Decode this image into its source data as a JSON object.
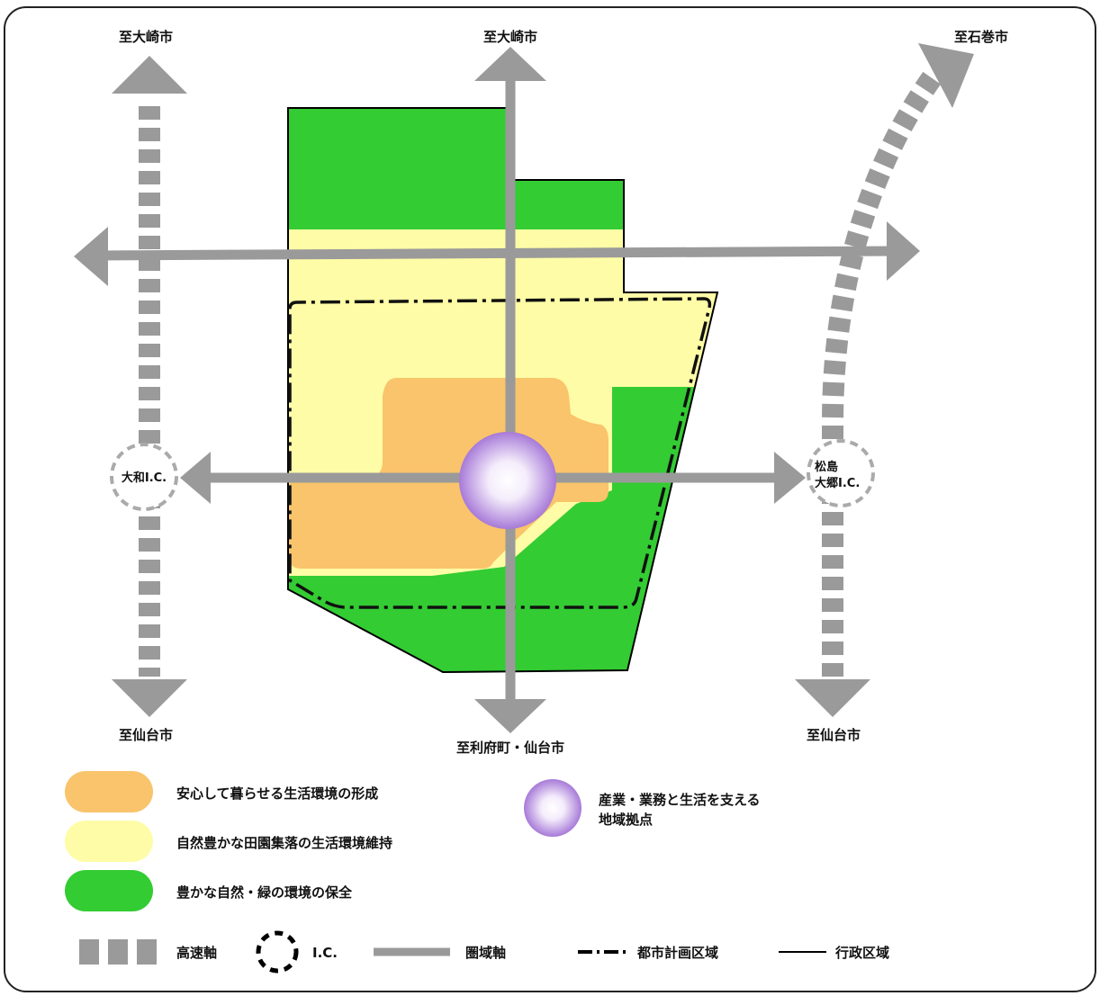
{
  "destinations": {
    "top_left": "至大崎市",
    "top_center": "至大崎市",
    "top_right": "至石巻市",
    "bottom_left": "至仙台市",
    "bottom_center": "至利府町・仙台市",
    "bottom_right": "至仙台市"
  },
  "interchanges": {
    "left": "大和I.C.",
    "right_line1": "松島",
    "right_line2": "大郷I.C."
  },
  "legend": {
    "orange": "安心して暮らせる生活環境の形成",
    "yellow": "自然豊かな田園集落の生活環境維持",
    "green": "豊かな自然・緑の環境の保全",
    "hub_line1": "産業・業務と生活を支える",
    "hub_line2": "地域拠点",
    "highway": "高速軸",
    "ic": "I.C.",
    "regional_axis": "圏域軸",
    "city_planning_area": "都市計画区域",
    "admin_boundary": "行政区域"
  },
  "colors": {
    "orange": "#f9c46b",
    "yellow": "#fefca6",
    "green": "#33cc33",
    "axis_gray": "#9a9a9a",
    "hub_purple": "#b48ae0"
  }
}
